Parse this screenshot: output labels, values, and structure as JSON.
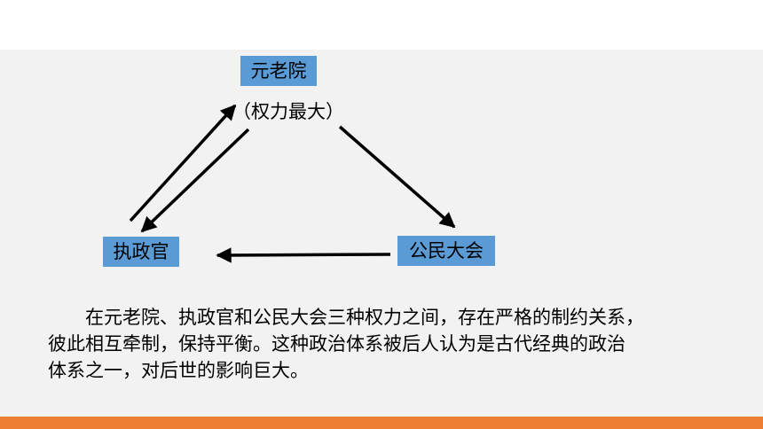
{
  "colors": {
    "node_fill": "#5b9bd5",
    "panel_bg": "#f2f2f2",
    "accent_bar": "#ed7d31",
    "arrow": "#000000"
  },
  "diagram": {
    "senate": {
      "label": "元老院",
      "note": "（权力最大）"
    },
    "consul": {
      "label": "执政官"
    },
    "assembly": {
      "label": "公民大会"
    }
  },
  "description": {
    "lines": [
      "在元老院、执政官和公民大会三种权力之间，存在严格的制约关系，",
      "彼此相互牵制，保持平衡。这种政治体系被后人认为是古代经典的政治",
      "体系之一，对后世的影响巨大。"
    ]
  }
}
